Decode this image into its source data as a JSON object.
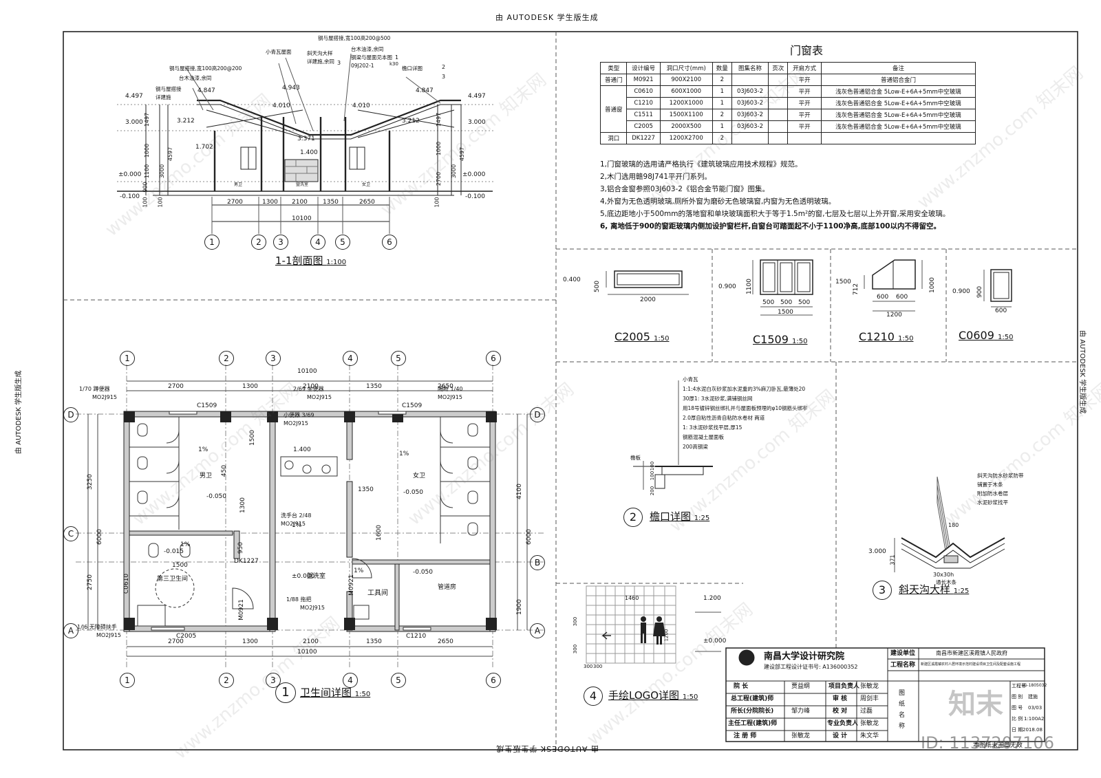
{
  "header": {
    "top": "由 AUTODESK 学生版生成",
    "bottom": "由 AUTODESK 学生版生成",
    "left": "由 AUTODESK 学生版生成",
    "right": "由 AUTODESK 学生版生成"
  },
  "section": {
    "title": "1-1剖面图",
    "scale": "1:100",
    "elev_left": [
      "4.497",
      "3.000",
      "±0.000",
      "-0.100"
    ],
    "elev_right": [
      "4.497",
      "3.000",
      "±0.000",
      "-0.100"
    ],
    "elev_mid": [
      "4.847",
      "4.943",
      "4.847",
      "4.010",
      "4.010",
      "3.212",
      "3.212",
      "3.371",
      "1.702",
      "1.400"
    ],
    "dims_left": [
      "1497",
      "1000",
      "1100",
      "900",
      "100",
      "100",
      "3000",
      "4597"
    ],
    "dims_right": [
      "1497",
      "1000",
      "2700",
      "100",
      "3000",
      "4597"
    ],
    "bottom_dims": [
      "2700",
      "1300",
      "2100",
      "1350",
      "2650"
    ],
    "total": "10100",
    "axes": [
      "1",
      "2",
      "3",
      "4",
      "5",
      "6"
    ],
    "annotations": [
      "钢与屋搭接,宽100高200@500",
      "钢与屋搭接,宽100高200@200",
      "小青瓦屋面",
      "斜天沟大样",
      "详建施,余同",
      "钢与屋搭接",
      "详建施",
      "台木油漆,余同",
      "台木油漆,余同",
      "钢梁与屋面见本图",
      "09J202-1",
      "k30",
      "檐口详图",
      "1",
      "3",
      "2",
      "3"
    ],
    "room_labels": [
      "男卫",
      "盥洗室",
      "女卫"
    ]
  },
  "door_table": {
    "title": "门窗表",
    "headers": [
      "类型",
      "设计编号",
      "洞口尺寸(mm)",
      "数量",
      "图集名称",
      "页次",
      "开启方式",
      "备注"
    ],
    "rows": [
      [
        "普通门",
        "M0921",
        "900X2100",
        "2",
        "",
        "",
        "平开",
        "普通铝合金门"
      ],
      [
        "普通窗",
        "C0610",
        "600X1000",
        "1",
        "03J603-2",
        "",
        "平开",
        "浅灰色普通铝合金 5Low-E+6A+5mm中空玻璃"
      ],
      [
        "",
        "C1210",
        "1200X1000",
        "1",
        "03J603-2",
        "",
        "平开",
        "浅灰色普通铝合金 5Low-E+6A+5mm中空玻璃"
      ],
      [
        "",
        "C1511",
        "1500X1100",
        "2",
        "03J603-2",
        "",
        "平开",
        "浅灰色普通铝合金 5Low-E+6A+5mm中空玻璃"
      ],
      [
        "",
        "C2005",
        "2000X500",
        "1",
        "03J603-2",
        "",
        "平开",
        "浅灰色普通铝合金 5Low-E+6A+5mm中空玻璃"
      ],
      [
        "洞口",
        "DK1227",
        "1200X2700",
        "2",
        "",
        "",
        "",
        ""
      ]
    ]
  },
  "notes": [
    "1,门窗玻璃的选用请严格执行《建筑玻璃应用技术规程》规范。",
    "2,木门选用赣98J741平开门系列。",
    "3,铝合金窗参照03J603-2《铝合金节能门窗》图集。",
    "4,外窗为无色透明玻璃,厕所外窗为磨砂无色玻璃窗,内窗为无色透明玻璃。",
    "5,底边距地小于500mm的落地窗和单块玻璃面积大于等于1.5m²的窗,七层及七层以上外开窗,采用安全玻璃。",
    "6, 离地低于900的窗距玻璃内侧加设护窗栏杆,自窗台可踏面起不小于1100净高,底部100以内不得留空。"
  ],
  "windows": [
    {
      "name": "C2005",
      "scale": "1:50",
      "dims": [
        "0.400",
        "500",
        "2000"
      ]
    },
    {
      "name": "C1509",
      "scale": "1:50",
      "dims": [
        "0.900",
        "1100",
        "500",
        "500",
        "500",
        "1500"
      ]
    },
    {
      "name": "C1210",
      "scale": "1:50",
      "dims": [
        "1500",
        "712",
        "1000",
        "600",
        "600",
        "1200"
      ]
    },
    {
      "name": "C0609",
      "scale": "1:50",
      "dims": [
        "0.900",
        "900",
        "600"
      ]
    }
  ],
  "eave": {
    "num": "2",
    "title": "檐口详图",
    "scale": "1:25",
    "layers": [
      "小青瓦",
      "1:1:4水泥白灰砂浆加水泥重的3%麻刀卧瓦,最薄处20",
      "30厚1: 3水泥砂浆,满铺钢丝网",
      "用18号镀锌钢丝绑扎并与屋面板预埋的φ10钢筋头绑牢",
      "2.0厚自粘性沥青自粘防水卷材 两道",
      "1: 3水泥砂浆找平层,厚15",
      "钢筋混凝土屋面板",
      "200高钢梁"
    ],
    "dims": [
      "100",
      "100",
      "200"
    ],
    "label": "檐板"
  },
  "valley": {
    "num": "3",
    "title": "斜天沟大样",
    "scale": "1:25",
    "layers": [
      "斜天沟防水砂浆防带",
      "铺置于木条",
      "附加防水卷层",
      "水泥砂浆找平"
    ],
    "dims": [
      "180",
      "371",
      "30x30h",
      "3.000"
    ],
    "label": "通长木条"
  },
  "plan": {
    "title": "卫生间详图",
    "num": "1",
    "scale": "1:50",
    "axes": [
      "1",
      "2",
      "3",
      "4",
      "5",
      "6"
    ],
    "rows": [
      "D",
      "C",
      "B",
      "A"
    ],
    "total": "10100",
    "top_dims": [
      "2700",
      "1300",
      "2100",
      "1350",
      "2650"
    ],
    "bottom_dims": [
      "2700",
      "1300",
      "2100",
      "1350",
      "2650"
    ],
    "left_dims": [
      "3250",
      "2750",
      "6000"
    ],
    "right_dims": [
      "4100",
      "1900",
      "6000"
    ],
    "windows": [
      "C1509",
      "C1509",
      "C2005",
      "C1210",
      "C0610",
      "DK1227",
      "M0921",
      "M0921"
    ],
    "rooms": [
      "男卫",
      "盥洗室",
      "女卫",
      "第三卫生间",
      "工具间",
      "管道房"
    ],
    "elevations": [
      "-0.050",
      "-0.050",
      "-0.015",
      "-0.050",
      "±0.000",
      "1.400"
    ],
    "slopes": [
      "1%",
      "1%",
      "1%",
      "1%",
      "1%"
    ],
    "inner_dims": [
      "1500",
      "450",
      "1300",
      "950",
      "1500",
      "1350",
      "1600",
      "1500"
    ],
    "refs": [
      {
        "n": "1",
        "s": "70",
        "t": "蹲便器",
        "c": "MO2J915"
      },
      {
        "n": "2",
        "s": "69",
        "t": "坐便器",
        "c": "MO2J915"
      },
      {
        "n": "3",
        "s": "69",
        "t": "小便器",
        "c": "MO2J915"
      },
      {
        "n": "1",
        "s": "40",
        "t": "隔断",
        "c": "MO2J915"
      },
      {
        "n": "2",
        "s": "48",
        "t": "洗手台",
        "c": "MO2J915"
      },
      {
        "n": "1",
        "s": "88",
        "t": "拖把",
        "c": "MO2J915"
      },
      {
        "n": "1",
        "s": "J6",
        "t": "无障碍扶手",
        "c": "MO2J915"
      }
    ]
  },
  "logo": {
    "num": "4",
    "title": "手绘LOGO详图",
    "scale": "1:50",
    "dims": [
      "1460",
      "1.200",
      "1200",
      "±0.000",
      "300",
      "300",
      "300",
      "300"
    ]
  },
  "title_block": {
    "institute": "南昌大学设计研究院",
    "cert": "建设部工程设计证书号: A136000352",
    "unit_label": "建设单位",
    "unit": "南昌市新建区溪霞镇人民政府",
    "project_label": "工程名称",
    "project": "新建区溪霞镇农村人居环境示范村建设项目卫生间及配套设施工程",
    "rows": [
      [
        "院 长",
        "贾益纲",
        "项目负责人",
        "张敏龙"
      ],
      [
        "总工程(建筑)师",
        "",
        "审 核",
        "周剑丰"
      ],
      [
        "所长(分院院长)",
        "邹力峰",
        "校 对",
        "过磊"
      ],
      [
        "主任工程(建筑)师",
        "",
        "专业负责人",
        "张敏龙"
      ],
      [
        "注 册 师",
        "张敏龙",
        "设 计",
        "朱文华"
      ]
    ],
    "drawing_label": "图 纸 名 称",
    "right": [
      "工程号",
      "JG-1805032",
      "图 别",
      "建施",
      "图 号",
      "03/03",
      "比 例",
      "1:100A2",
      "日 期",
      "2018.08"
    ],
    "footer": "本图纸未盖章无效"
  },
  "stamp": {
    "brand": "知末",
    "id": "ID: 1137207106"
  },
  "watermark": "www.znzmo.com 知末网"
}
